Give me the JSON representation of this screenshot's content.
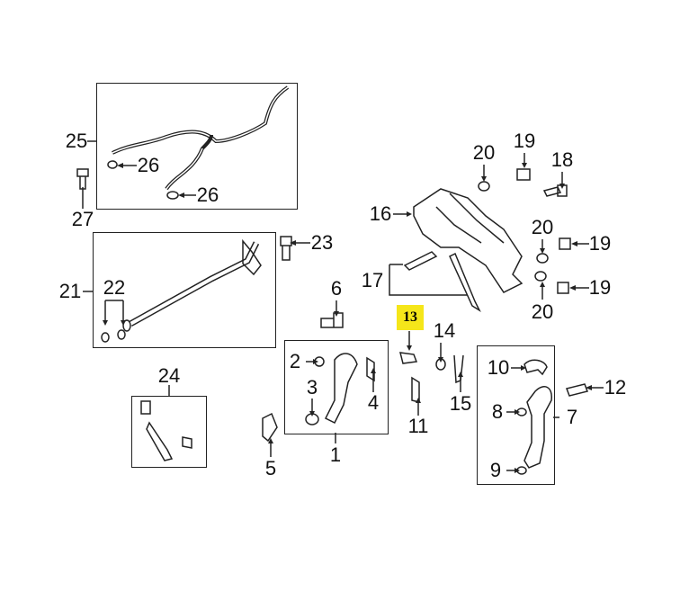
{
  "diagram": {
    "highlight_color": "#f5e61a",
    "callouts": {
      "c25": "25",
      "c26a": "26",
      "c26b": "26",
      "c27": "27",
      "c23": "23",
      "c21": "21",
      "c22": "22",
      "c6": "6",
      "c16": "16",
      "c17": "17",
      "c20a": "20",
      "c19a": "19",
      "c18": "18",
      "c20b": "20",
      "c19b": "19",
      "c19c": "19",
      "c20c": "20",
      "c13": "13",
      "c14": "14",
      "c2": "2",
      "c3": "3",
      "c4": "4",
      "c15": "15",
      "c11": "11",
      "c10": "10",
      "c12": "12",
      "c8": "8",
      "c7": "7",
      "c9": "9",
      "c24": "24",
      "c5": "5",
      "c1": "1"
    }
  }
}
